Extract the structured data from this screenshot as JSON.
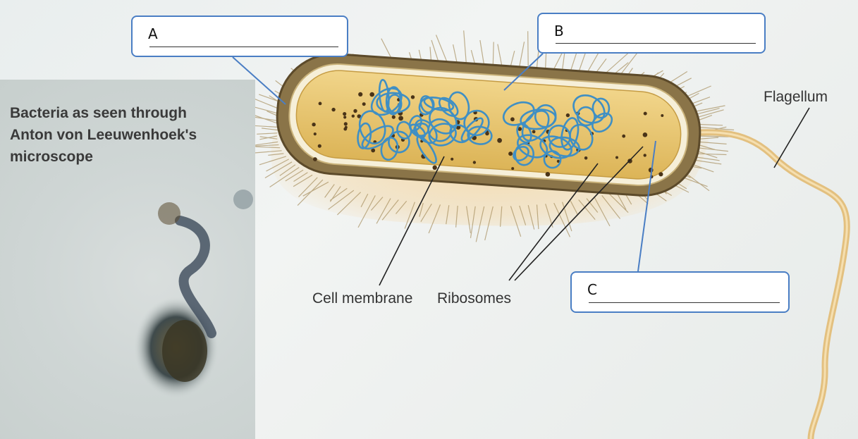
{
  "micrograph": {
    "caption_lines": [
      "Bacteria as seen through",
      "Anton von Leeuwenhoek's",
      "microscope"
    ]
  },
  "diagram": {
    "blank_labels": [
      {
        "letter": "A"
      },
      {
        "letter": "B"
      },
      {
        "letter": "C"
      }
    ],
    "part_labels": {
      "flagellum": "Flagellum",
      "cell_membrane": "Cell membrane",
      "ribosomes": "Ribosomes"
    }
  },
  "colors": {
    "box_border": "#4a7ec4",
    "cell_wall": "#7a6640",
    "cytoplasm": "#e8c46a",
    "dna": "#3f8fc4",
    "flagellum": "#e9c98a"
  }
}
